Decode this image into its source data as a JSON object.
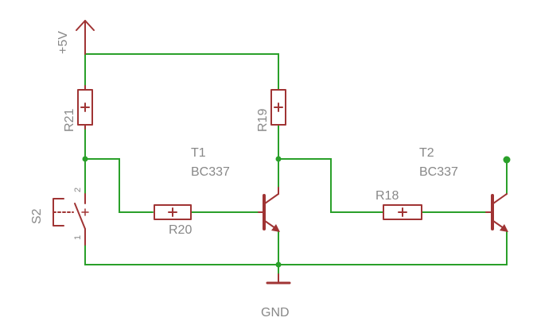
{
  "supply": {
    "label": "+5V"
  },
  "ground": {
    "label": "GND"
  },
  "resistors": {
    "r21": {
      "name": "R21"
    },
    "r19": {
      "name": "R19"
    },
    "r20": {
      "name": "R20"
    },
    "r18": {
      "name": "R18"
    }
  },
  "transistors": {
    "t1": {
      "name": "T1",
      "value": "BC337"
    },
    "t2": {
      "name": "T2",
      "value": "BC337"
    }
  },
  "switch": {
    "name": "S2",
    "pin1": "1",
    "pin2": "2"
  },
  "colors": {
    "wire": "#2aa02a",
    "component": "#a03434",
    "label": "#888888",
    "background": "#ffffff"
  }
}
